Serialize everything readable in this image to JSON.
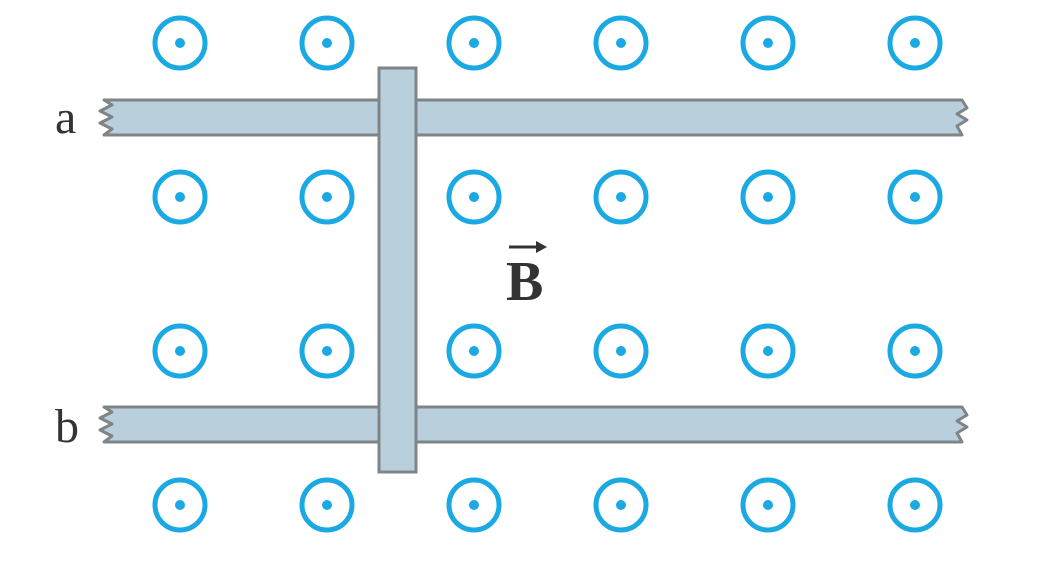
{
  "diagram": {
    "rail_top_label": "a",
    "rail_bottom_label": "b",
    "field_label": "B",
    "field_direction": "out of page",
    "field_symbol_icon": "dot-in-circle-icon",
    "field_grid": {
      "rows": 4,
      "columns": 6
    },
    "colors": {
      "field_symbol": "#1aa9e3",
      "rail_fill": "#b9cfdc",
      "rail_stroke": "#7f8487",
      "label_text": "#333333"
    }
  }
}
